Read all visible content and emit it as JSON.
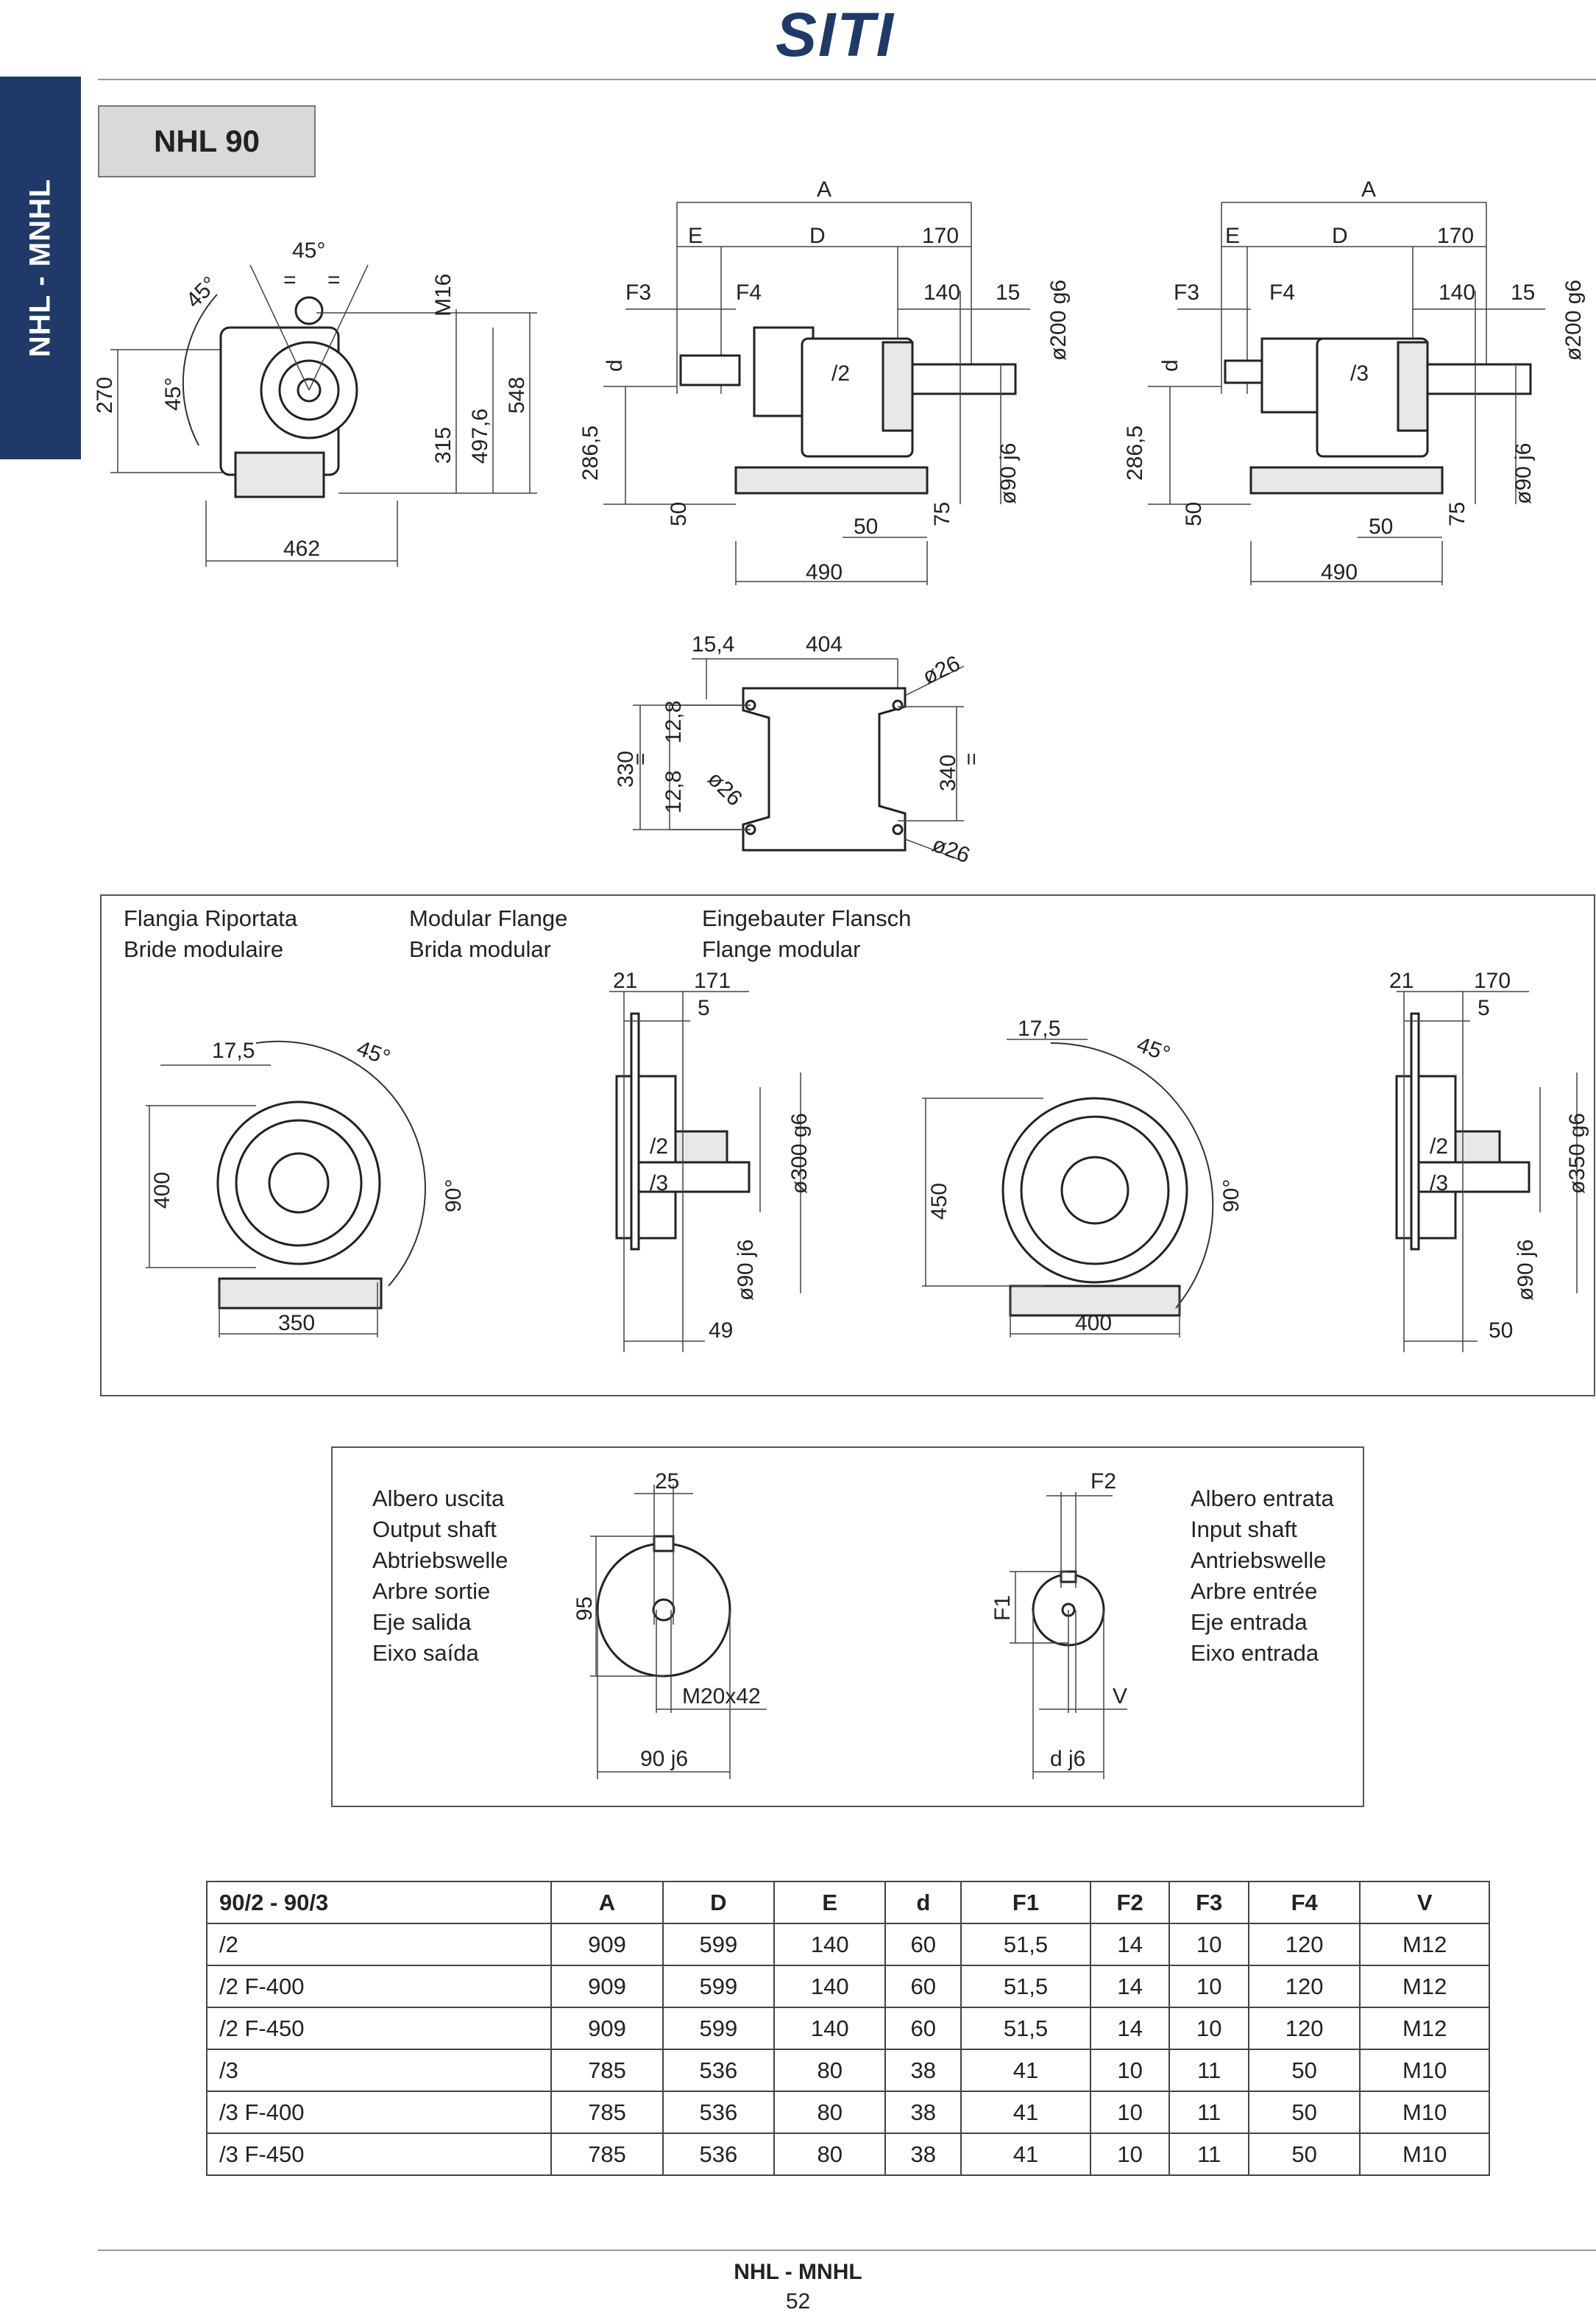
{
  "header": {
    "brand": "SITI",
    "brand_color": "#1f3a68"
  },
  "side_tab": {
    "label": "NHL - MNHL"
  },
  "model": {
    "title": "NHL 90"
  },
  "front_view": {
    "labels": [
      "45°",
      "45°",
      "45°",
      "=",
      "=",
      "M16",
      "270",
      "315",
      "497,6",
      "548",
      "462"
    ]
  },
  "side_view_2": {
    "labels": [
      "A",
      "E",
      "D",
      "170",
      "F3",
      "F4",
      "140",
      "15",
      "ø200 g6",
      "d",
      "/2",
      "286,5",
      "50",
      "50",
      "75",
      "490",
      "ø90 j6"
    ]
  },
  "side_view_3": {
    "labels": [
      "A",
      "E",
      "D",
      "170",
      "F3",
      "F4",
      "140",
      "15",
      "ø200 g6",
      "d",
      "/3",
      "286,5",
      "50",
      "50",
      "75",
      "490",
      "ø90 j6"
    ]
  },
  "foot_view": {
    "labels": [
      "15,4",
      "404",
      "ø26",
      "12,8",
      "330",
      "12,8",
      "ø26",
      "340",
      "ø26",
      "=",
      "="
    ]
  },
  "flange_section": {
    "titles": [
      "Flangia Riportata",
      "Bride modulaire",
      "Modular Flange",
      "Brida modular",
      "Eingebauter Flansch",
      "Flange modular"
    ],
    "f400": {
      "labels": [
        "17,5",
        "45°",
        "400",
        "90°",
        "350",
        "21",
        "171",
        "5",
        "/2",
        "/3",
        "ø300 g6",
        "ø90 j6",
        "49"
      ]
    },
    "f450": {
      "labels": [
        "17,5",
        "45°",
        "450",
        "90°",
        "400",
        "21",
        "170",
        "5",
        "/2",
        "/3",
        "ø350 g6",
        "ø90 j6",
        "50"
      ]
    }
  },
  "shaft_section": {
    "output_lines": [
      "Albero uscita",
      "Output shaft",
      "Abtriebswelle",
      "Arbre sortie",
      "Eje salida",
      "Eixo saída"
    ],
    "input_lines": [
      "Albero entrata",
      "Input shaft",
      "Antriebswelle",
      "Arbre entrée",
      "Eje entrada",
      "Eixo entrada"
    ],
    "output_labels": [
      "25",
      "95",
      "M20x42",
      "90 j6"
    ],
    "input_labels": [
      "F2",
      "F1",
      "V",
      "d j6"
    ]
  },
  "table": {
    "headers": [
      "90/2 - 90/3",
      "A",
      "D",
      "E",
      "d",
      "F1",
      "F2",
      "F3",
      "F4",
      "V"
    ],
    "rows": [
      [
        "/2",
        "909",
        "599",
        "140",
        "60",
        "51,5",
        "14",
        "10",
        "120",
        "M12"
      ],
      [
        "/2 F-400",
        "909",
        "599",
        "140",
        "60",
        "51,5",
        "14",
        "10",
        "120",
        "M12"
      ],
      [
        "/2 F-450",
        "909",
        "599",
        "140",
        "60",
        "51,5",
        "14",
        "10",
        "120",
        "M12"
      ],
      [
        "/3",
        "785",
        "536",
        "80",
        "38",
        "41",
        "10",
        "11",
        "50",
        "M10"
      ],
      [
        "/3 F-400",
        "785",
        "536",
        "80",
        "38",
        "41",
        "10",
        "11",
        "50",
        "M10"
      ],
      [
        "/3 F-450",
        "785",
        "536",
        "80",
        "38",
        "41",
        "10",
        "11",
        "50",
        "M10"
      ]
    ]
  },
  "footer": {
    "title": "NHL - MNHL",
    "page": "52"
  }
}
